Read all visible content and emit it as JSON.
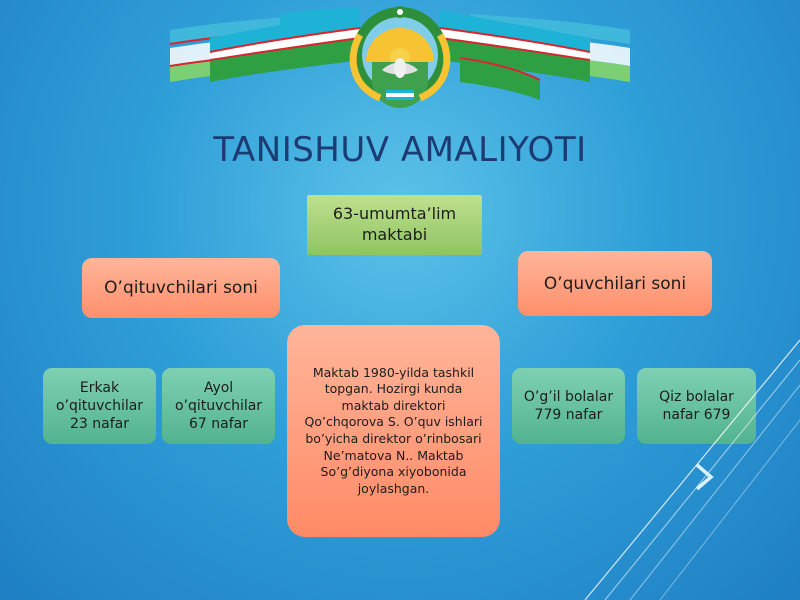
{
  "title": "TANISHUV AMALIYOTI",
  "school": "63-umumta’lim maktabi",
  "teachers_heading": "O’qituvchilari soni",
  "students_heading": "O’quvchilari soni",
  "male_teachers": "Erkak o’qituvchilar 23 nafar",
  "female_teachers": "Ayol o’qituvchilar 67 nafar",
  "boys": "O’g’il bolalar 779 nafar",
  "girls": "Qiz bolalar nafar 679",
  "description": "Maktab 1980-yilda tashkil topgan. Hozirgi kunda maktab direktori Qo’chqorova S. O’quv ishlari bo’yicha direktor o’rinbosari Ne’matova N.. Maktab So’g’diyona xiyobonida joylashgan.",
  "colors": {
    "flag_blue": "#1eb3d6",
    "flag_white": "#ffffff",
    "flag_green": "#2ea043",
    "flag_red": "#d6262f",
    "title": "#1c3b73",
    "orange_box": "#ff9c78",
    "teal_box": "#62bf9c",
    "green_box": "#a8d478"
  }
}
